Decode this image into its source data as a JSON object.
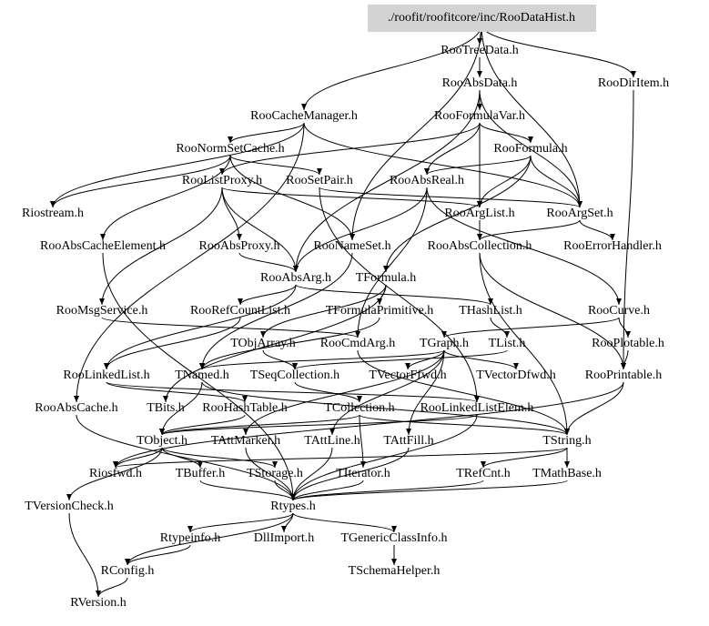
{
  "diagram": {
    "root": "./roofit/roofitcore/inc/RooDataHist.h",
    "nodes": [
      "RooTreeData.h",
      "RooAbsData.h",
      "RooDirItem.h",
      "RooCacheManager.h",
      "RooFormulaVar.h",
      "RooNormSetCache.h",
      "RooFormula.h",
      "RooListProxy.h",
      "RooSetPair.h",
      "RooAbsReal.h",
      "Riostream.h",
      "RooArgList.h",
      "RooArgSet.h",
      "RooAbsCacheElement.h",
      "RooAbsProxy.h",
      "RooNameSet.h",
      "RooAbsCollection.h",
      "RooErrorHandler.h",
      "RooAbsArg.h",
      "TFormula.h",
      "RooMsgService.h",
      "RooRefCountList.h",
      "TFormulaPrimitive.h",
      "THashList.h",
      "RooCurve.h",
      "TObjArray.h",
      "RooCmdArg.h",
      "TGraph.h",
      "TList.h",
      "RooPlotable.h",
      "RooLinkedList.h",
      "TNamed.h",
      "TSeqCollection.h",
      "TVectorFfwd.h",
      "TVectorDfwd.h",
      "RooPrintable.h",
      "RooAbsCache.h",
      "TBits.h",
      "RooHashTable.h",
      "TCollection.h",
      "RooLinkedListElem.h",
      "TObject.h",
      "TAttMarker.h",
      "TAttLine.h",
      "TAttFill.h",
      "TString.h",
      "Riosfwd.h",
      "TBuffer.h",
      "TStorage.h",
      "TIterator.h",
      "TRefCnt.h",
      "TMathBase.h",
      "TVersionCheck.h",
      "Rtypes.h",
      "Rtypeinfo.h",
      "DllImport.h",
      "TGenericClassInfo.h",
      "RConfig.h",
      "TSchemaHelper.h",
      "RVersion.h"
    ],
    "edges": [
      [
        "./roofit/roofitcore/inc/RooDataHist.h",
        "RooTreeData.h"
      ],
      [
        "./roofit/roofitcore/inc/RooDataHist.h",
        "RooDirItem.h"
      ],
      [
        "./roofit/roofitcore/inc/RooDataHist.h",
        "RooCacheManager.h"
      ],
      [
        "./roofit/roofitcore/inc/RooDataHist.h",
        "RooNameSet.h"
      ],
      [
        "./roofit/roofitcore/inc/RooDataHist.h",
        "RooArgSet.h"
      ],
      [
        "RooTreeData.h",
        "RooAbsData.h"
      ],
      [
        "RooAbsData.h",
        "RooFormulaVar.h"
      ],
      [
        "RooAbsData.h",
        "RooArgSet.h"
      ],
      [
        "RooAbsData.h",
        "RooAbsArg.h"
      ],
      [
        "RooDirItem.h",
        "RooPrintable.h"
      ],
      [
        "RooCacheManager.h",
        "RooNormSetCache.h"
      ],
      [
        "RooCacheManager.h",
        "RooArgSet.h"
      ],
      [
        "RooCacheManager.h",
        "RooAbsCache.h"
      ],
      [
        "RooCacheManager.h",
        "Riostream.h"
      ],
      [
        "RooFormulaVar.h",
        "RooFormula.h"
      ],
      [
        "RooFormulaVar.h",
        "RooAbsReal.h"
      ],
      [
        "RooFormulaVar.h",
        "RooListProxy.h"
      ],
      [
        "RooFormulaVar.h",
        "RooArgList.h"
      ],
      [
        "RooNormSetCache.h",
        "RooSetPair.h"
      ],
      [
        "RooNormSetCache.h",
        "RooNameSet.h"
      ],
      [
        "RooNormSetCache.h",
        "RooAbsCacheElement.h"
      ],
      [
        "RooNormSetCache.h",
        "Riostream.h"
      ],
      [
        "RooFormula.h",
        "RooAbsReal.h"
      ],
      [
        "RooFormula.h",
        "RooArgList.h"
      ],
      [
        "RooFormula.h",
        "RooArgSet.h"
      ],
      [
        "RooFormula.h",
        "TFormula.h"
      ],
      [
        "RooListProxy.h",
        "RooAbsProxy.h"
      ],
      [
        "RooListProxy.h",
        "RooAbsArg.h"
      ],
      [
        "RooListProxy.h",
        "RooArgList.h"
      ],
      [
        "RooListProxy.h",
        "RooMsgService.h"
      ],
      [
        "RooSetPair.h",
        "RooArgSet.h"
      ],
      [
        "RooSetPair.h",
        "RooLinkedListElem.h"
      ],
      [
        "RooAbsReal.h",
        "RooAbsArg.h"
      ],
      [
        "RooAbsReal.h",
        "RooCurve.h"
      ],
      [
        "RooAbsReal.h",
        "RooCmdArg.h"
      ],
      [
        "RooArgList.h",
        "RooAbsCollection.h"
      ],
      [
        "RooArgSet.h",
        "RooAbsCollection.h"
      ],
      [
        "RooArgSet.h",
        "RooErrorHandler.h"
      ],
      [
        "RooAbsCacheElement.h",
        "Rtypes.h"
      ],
      [
        "RooAbsProxy.h",
        "RooAbsArg.h"
      ],
      [
        "RooNameSet.h",
        "TNamed.h"
      ],
      [
        "RooAbsCollection.h",
        "RooPrintable.h"
      ],
      [
        "RooAbsCollection.h",
        "TString.h"
      ],
      [
        "RooAbsArg.h",
        "RooRefCountList.h"
      ],
      [
        "RooAbsArg.h",
        "THashList.h"
      ],
      [
        "RooAbsArg.h",
        "RooLinkedList.h"
      ],
      [
        "TFormula.h",
        "TFormulaPrimitive.h"
      ],
      [
        "TFormula.h",
        "TBits.h"
      ],
      [
        "TFormula.h",
        "TObjArray.h"
      ],
      [
        "RooMsgService.h",
        "RooCmdArg.h"
      ],
      [
        "RooRefCountList.h",
        "RooLinkedList.h"
      ],
      [
        "TFormulaPrimitive.h",
        "TNamed.h"
      ],
      [
        "THashList.h",
        "TList.h"
      ],
      [
        "RooCurve.h",
        "TGraph.h"
      ],
      [
        "RooCurve.h",
        "RooPlotable.h"
      ],
      [
        "TObjArray.h",
        "TSeqCollection.h"
      ],
      [
        "RooCmdArg.h",
        "TString.h"
      ],
      [
        "TGraph.h",
        "TNamed.h"
      ],
      [
        "TGraph.h",
        "TAttLine.h"
      ],
      [
        "TGraph.h",
        "TAttFill.h"
      ],
      [
        "TGraph.h",
        "TAttMarker.h"
      ],
      [
        "TGraph.h",
        "TVectorFfwd.h"
      ],
      [
        "TGraph.h",
        "TVectorDfwd.h"
      ],
      [
        "TList.h",
        "TSeqCollection.h"
      ],
      [
        "RooPlotable.h",
        "RooPrintable.h"
      ],
      [
        "RooLinkedList.h",
        "RooHashTable.h"
      ],
      [
        "RooLinkedList.h",
        "RooLinkedListElem.h"
      ],
      [
        "TNamed.h",
        "TObject.h"
      ],
      [
        "TNamed.h",
        "TString.h"
      ],
      [
        "TSeqCollection.h",
        "TCollection.h"
      ],
      [
        "RooPrintable.h",
        "TString.h"
      ],
      [
        "RooPrintable.h",
        "Riosfwd.h"
      ],
      [
        "RooAbsCache.h",
        "Rtypes.h"
      ],
      [
        "RooHashTable.h",
        "TObject.h"
      ],
      [
        "TCollection.h",
        "TObject.h"
      ],
      [
        "TCollection.h",
        "TIterator.h"
      ],
      [
        "TCollection.h",
        "TString.h"
      ],
      [
        "RooLinkedListElem.h",
        "TObject.h"
      ],
      [
        "RooLinkedListElem.h",
        "Rtypes.h"
      ],
      [
        "TObject.h",
        "Riosfwd.h"
      ],
      [
        "TObject.h",
        "TStorage.h"
      ],
      [
        "TObject.h",
        "TVersionCheck.h"
      ],
      [
        "TObject.h",
        "TBuffer.h"
      ],
      [
        "TAttMarker.h",
        "Rtypes.h"
      ],
      [
        "TAttLine.h",
        "Rtypes.h"
      ],
      [
        "TAttFill.h",
        "Rtypes.h"
      ],
      [
        "TString.h",
        "TRefCnt.h"
      ],
      [
        "TString.h",
        "TMathBase.h"
      ],
      [
        "TString.h",
        "Riosfwd.h"
      ],
      [
        "TBuffer.h",
        "Rtypes.h"
      ],
      [
        "TStorage.h",
        "Rtypes.h"
      ],
      [
        "TIterator.h",
        "Rtypes.h"
      ],
      [
        "TRefCnt.h",
        "Rtypes.h"
      ],
      [
        "TMathBase.h",
        "Rtypes.h"
      ],
      [
        "TVersionCheck.h",
        "RVersion.h"
      ],
      [
        "Rtypes.h",
        "Rtypeinfo.h"
      ],
      [
        "Rtypes.h",
        "DllImport.h"
      ],
      [
        "Rtypes.h",
        "TGenericClassInfo.h"
      ],
      [
        "Rtypes.h",
        "RConfig.h"
      ],
      [
        "Rtypeinfo.h",
        "RConfig.h"
      ],
      [
        "TGenericClassInfo.h",
        "TSchemaHelper.h"
      ],
      [
        "RConfig.h",
        "RVersion.h"
      ]
    ]
  }
}
